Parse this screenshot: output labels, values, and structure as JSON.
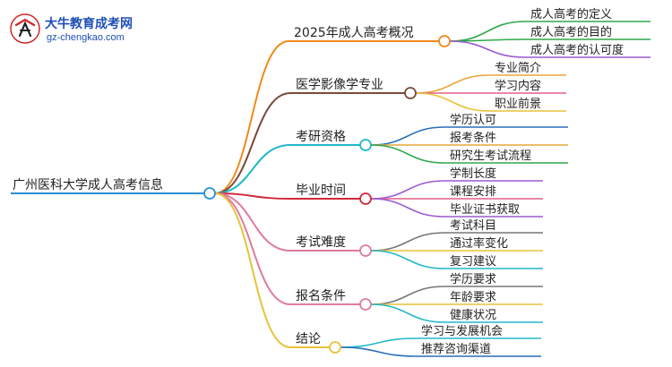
{
  "logo": {
    "name": "大牛教育成考网",
    "url": "gz-chengkao.com"
  },
  "root": {
    "label": "广州医科大学成人高考信息",
    "color": "#2a8fd6"
  },
  "branches": [
    {
      "label": "2025年成人高考概况",
      "color": "#f08a1d",
      "children": [
        {
          "label": "成人高考的定义",
          "color": "#2fa84a"
        },
        {
          "label": "成人高考的目的",
          "color": "#2fa84a"
        },
        {
          "label": "成人高考的认可度",
          "color": "#9b5bd0"
        }
      ]
    },
    {
      "label": "医学影像学专业",
      "color": "#7a4a3a",
      "children": [
        {
          "label": "专业简介",
          "color": "#e8a53a"
        },
        {
          "label": "学习内容",
          "color": "#e0608a"
        },
        {
          "label": "职业前景",
          "color": "#e8c23a"
        }
      ]
    },
    {
      "label": "考研资格",
      "color": "#22b8c8",
      "children": [
        {
          "label": "学历认可",
          "color": "#2a6fb8"
        },
        {
          "label": "报考条件",
          "color": "#e8a53a"
        },
        {
          "label": "研究生考试流程",
          "color": "#2fa84a"
        }
      ]
    },
    {
      "label": "毕业时间",
      "color": "#d0283a",
      "children": [
        {
          "label": "学制长度",
          "color": "#9b5bd0"
        },
        {
          "label": "课程安排",
          "color": "#e0608a"
        },
        {
          "label": "毕业证书获取",
          "color": "#9b5bd0"
        }
      ]
    },
    {
      "label": "考试难度",
      "color": "#e07aa0",
      "children": [
        {
          "label": "考试科目",
          "color": "#777777"
        },
        {
          "label": "通过率变化",
          "color": "#e8c23a"
        },
        {
          "label": "复习建议",
          "color": "#22b8c8"
        }
      ]
    },
    {
      "label": "报名条件",
      "color": "#e07aa0",
      "children": [
        {
          "label": "学历要求",
          "color": "#777777"
        },
        {
          "label": "年龄要求",
          "color": "#e8c23a"
        },
        {
          "label": "健康状况",
          "color": "#22b8c8"
        }
      ]
    },
    {
      "label": "结论",
      "color": "#e8c23a",
      "children": [
        {
          "label": "学习与发展机会",
          "color": "#22b8c8"
        },
        {
          "label": "推荐咨询渠道",
          "color": "#2a6fb8"
        }
      ]
    }
  ]
}
